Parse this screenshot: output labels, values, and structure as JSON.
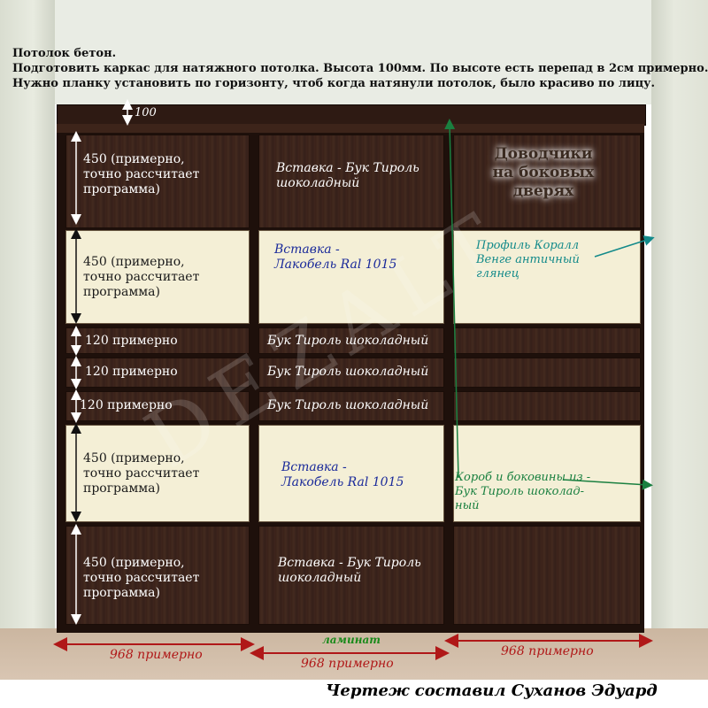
{
  "notes": [
    "Потолок бетон.",
    "Подготовить каркас для натяжного потолка. Высота 100мм. По высоте есть перепад в 2см примерно.",
    "Нужно планку установить по горизонту, чтоб когда натянули потолок, было красиво по лицу."
  ],
  "top_dim": "100",
  "left_column": {
    "row1": [
      "450 (примерно,",
      "точно рассчитает",
      "программа)"
    ],
    "row2": [
      "450 (примерно,",
      "точно рассчитает",
      "программа)"
    ],
    "row3": "120 примерно",
    "row4": "120 примерно",
    "row5": "120 примерно",
    "row6": [
      "450 (примерно,",
      "точно рассчитает",
      "программа)"
    ],
    "row7": [
      "450 (примерно,",
      "точно рассчитает",
      "программа)"
    ]
  },
  "middle_column": {
    "row1": [
      "Вставка - Бук Тироль",
      "шоколадный"
    ],
    "row2": [
      "Вставка -",
      "Лакобель Ral 1015"
    ],
    "row3": "Бук Тироль шоколадный",
    "row4": "Бук Тироль шоколадный",
    "row5": "Бук Тироль шоколадный",
    "row6": [
      "Вставка -",
      "Лакобель Ral 1015"
    ],
    "row7": [
      "Вставка - Бук Тироль",
      "шоколадный"
    ]
  },
  "right_column": {
    "closers": [
      "Доводчики",
      "на боковых",
      "дверях"
    ],
    "profile": [
      "Профиль Коралл",
      "Венге античный",
      "глянец"
    ],
    "box": [
      "Короб и боковины из -",
      "Бук Тироль шоколад-",
      "ный"
    ]
  },
  "floor_label": "ламинат",
  "widths": {
    "left": "968 примерно",
    "middle": "968 примерно",
    "right": "968 примерно"
  },
  "watermark": "DEZALT",
  "signature": "Чертеж составил Суханов Эдуард",
  "colors": {
    "wood": "#3a2219",
    "lacobel": "#f4efd6",
    "dim_red": "#b01818",
    "blue": "#1a2a9a",
    "teal": "#138a8a",
    "green": "#1a8040"
  }
}
